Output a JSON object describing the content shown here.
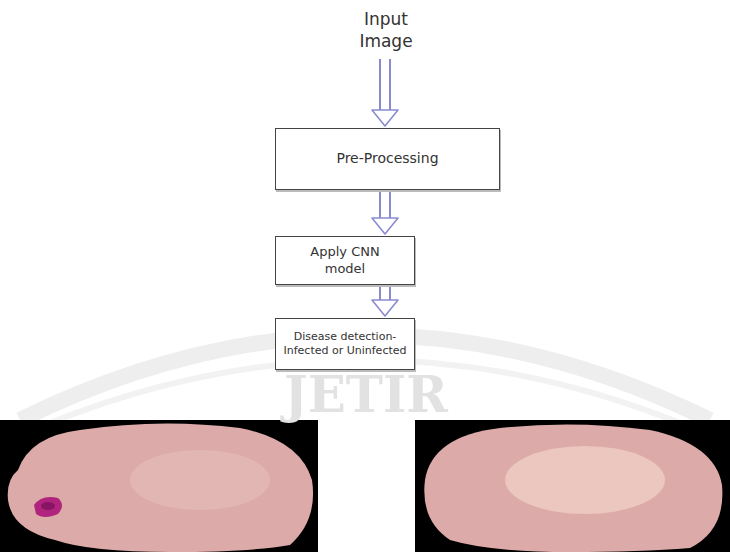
{
  "diagram": {
    "nodes": [
      {
        "text": [
          "Input Image"
        ]
      },
      {
        "text": [
          "Pre-Processing"
        ]
      },
      {
        "text": [
          "Apply CNN model"
        ]
      },
      {
        "text": [
          "Disease detection-Infected or Uninfected"
        ]
      }
    ],
    "edges": [
      {
        "from": 0,
        "to": 1,
        "arrow": "to"
      },
      {
        "from": 1,
        "to": 2,
        "arrow": "to"
      },
      {
        "from": 2,
        "to": 3,
        "arrow": "to"
      }
    ],
    "labels": [
      "JETIR"
    ]
  }
}
